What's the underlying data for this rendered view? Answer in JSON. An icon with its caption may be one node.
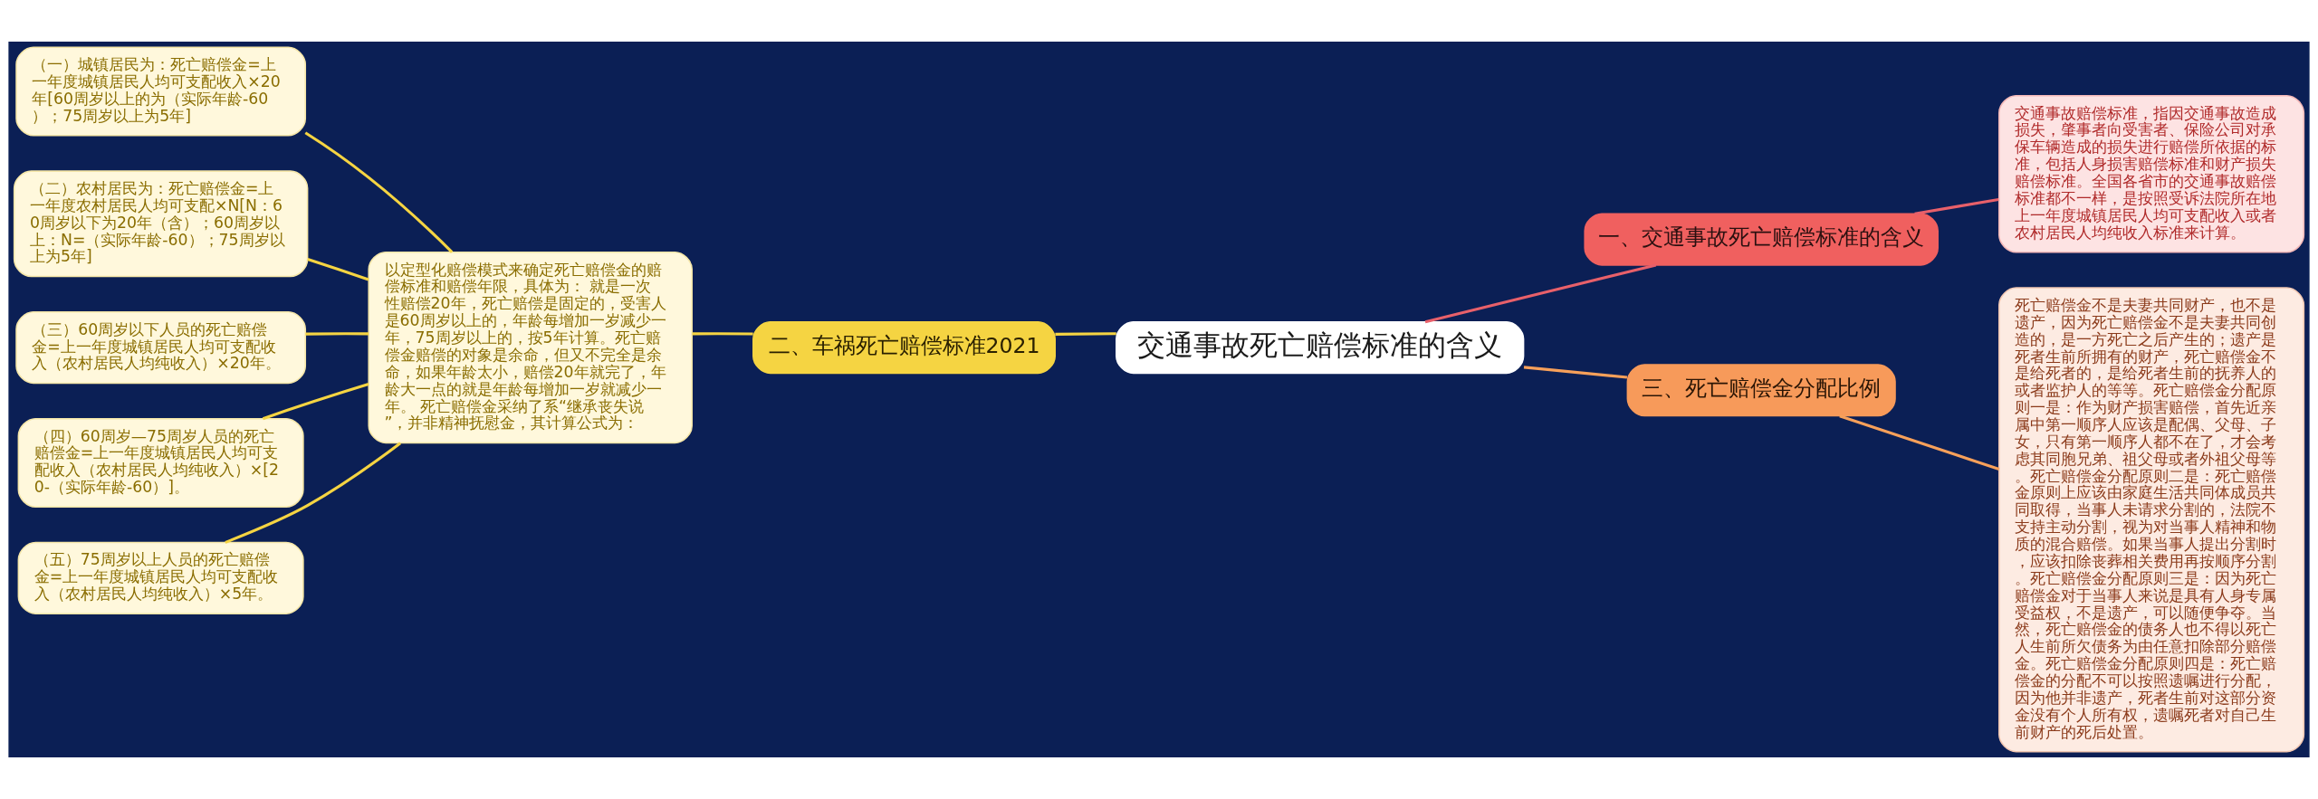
{
  "diagram": {
    "nodes": [
      {
        "text": [
          "交通事故死亡赔偿标准的含义"
        ]
      },
      {
        "text": [
          "一、交通事故死亡赔偿标准的含义"
        ]
      },
      {
        "text": [
          "二、车祸死亡赔偿标准2021"
        ]
      },
      {
        "text": [
          "三、死亡赔偿金分配比例"
        ]
      },
      {
        "text": [
          "交通事故赔偿标准，指因交通事故造成损失，肇事者向受害者、保险公司对承保车辆造成的损失进行赔偿所依据的标准，包括人身损害赔偿标准和财产损失赔偿标准。全国各省市的交通事故赔偿标准都不一样，是按照受诉法院所在地上一年度城镇居民人均可支配收入或者农村居民人均纯收入标准来计算。"
        ]
      },
      {
        "text": [
          "以定型化赔偿模式来确定死亡赔偿金的赔偿标准和赔偿年限，具体为： 就是一次性赔偿20年，死亡赔偿是固定的，受害人是60周岁以上的，年龄每增加一岁减少一年，75周岁以上的，按5年计算。死亡赔偿金赔偿的对象是余命，但又不完全是余命，如果年龄太小，赔偿20年就完了，年龄大一点的就是年龄每增加一岁就减少一年。 死亡赔偿金采纳了系“继承丧失说”，并非精神抚慰金，其计算公式为："
        ]
      },
      {
        "text": [
          "死亡赔偿金不是夫妻共同财产，也不是遗产，因为死亡赔偿金不是夫妻共同创造的，是一方死亡之后产生的；遗产是死者生前所拥有的财产，死亡赔偿金不是给死者的，是给死者生前的抚养人的或者监护人的等等。死亡赔偿金分配原则一是：作为财产损害赔偿，首先近亲属中第一顺序人应该是配偶、父母、子女，只有第一顺序人都不在了，才会考虑其同胞兄弟、祖父母或者外祖父母等。死亡赔偿金分配原则二是：死亡赔偿金原则上应该由家庭生活共同体成员共同取得，当事人未请求分割的，法院不支持主动分割，视为对当事人精神和物质的混合赔偿。如果当事人提出分割时，应该扣除丧葬相关费用再按顺序分割。死亡赔偿金分配原则三是：因为死亡赔偿金对于当事人来说是具有人身专属受益权，不是遗产，可以随便争夺。当然，死亡赔偿金的债务人也不得以死亡人生前所欠债务为由任意扣除部分赔偿金。死亡赔偿金分配原则四是：死亡赔偿金的分配不可以按照遗嘱进行分配，因为他并非遗产，死者生前对这部分资金没有个人所有权，遗嘱死者对自己生前财产的死后处置。"
        ]
      },
      {
        "text": [
          "（一）城镇居民为：死亡赔偿金=上一年度城镇居民人均可支配收入×20年[60周岁以上的为（实际年龄-60）；75周岁以上为5年]"
        ]
      },
      {
        "text": [
          "（二）农村居民为：死亡赔偿金=上一年度农村居民人均可支配×N[N：60周岁以下为20年（含）；60周岁以上：N=（实际年龄-60）；75周岁以上为5年]"
        ]
      },
      {
        "text": [
          "（三）60周岁以下人员的死亡赔偿金=上一年度城镇居民人均可支配收入（农村居民人均纯收入）×20年。"
        ]
      },
      {
        "text": [
          "（四）60周岁—75周岁人员的死亡赔偿金=上一年度城镇居民人均可支配收入（农村居民人均纯收入）×[20-（实际年龄-60）]。"
        ]
      },
      {
        "text": [
          "（五）75周岁以上人员的死亡赔偿金=上一年度城镇居民人均可支配收入（农村居民人均纯收入）×5年。"
        ]
      }
    ],
    "edges": [
      {
        "from": 0,
        "to": 1,
        "arrow": "none",
        "color": "#e8606a"
      },
      {
        "from": 0,
        "to": 2,
        "arrow": "none"
      },
      {
        "from": 0,
        "to": 3,
        "arrow": "none",
        "color": "#f7a05a"
      },
      {
        "from": 1,
        "to": 4,
        "arrow": "none",
        "color": "#e8606a"
      },
      {
        "from": 2,
        "to": 5,
        "arrow": "none"
      },
      {
        "from": 3,
        "to": 6,
        "arrow": "none",
        "color": "#f7a05a"
      },
      {
        "from": 5,
        "to": 7,
        "arrow": "none"
      },
      {
        "from": 5,
        "to": 8,
        "arrow": "none"
      },
      {
        "from": 5,
        "to": 9,
        "arrow": "none"
      },
      {
        "from": 5,
        "to": 10,
        "arrow": "none"
      },
      {
        "from": 5,
        "to": 11,
        "arrow": "none"
      }
    ]
  }
}
